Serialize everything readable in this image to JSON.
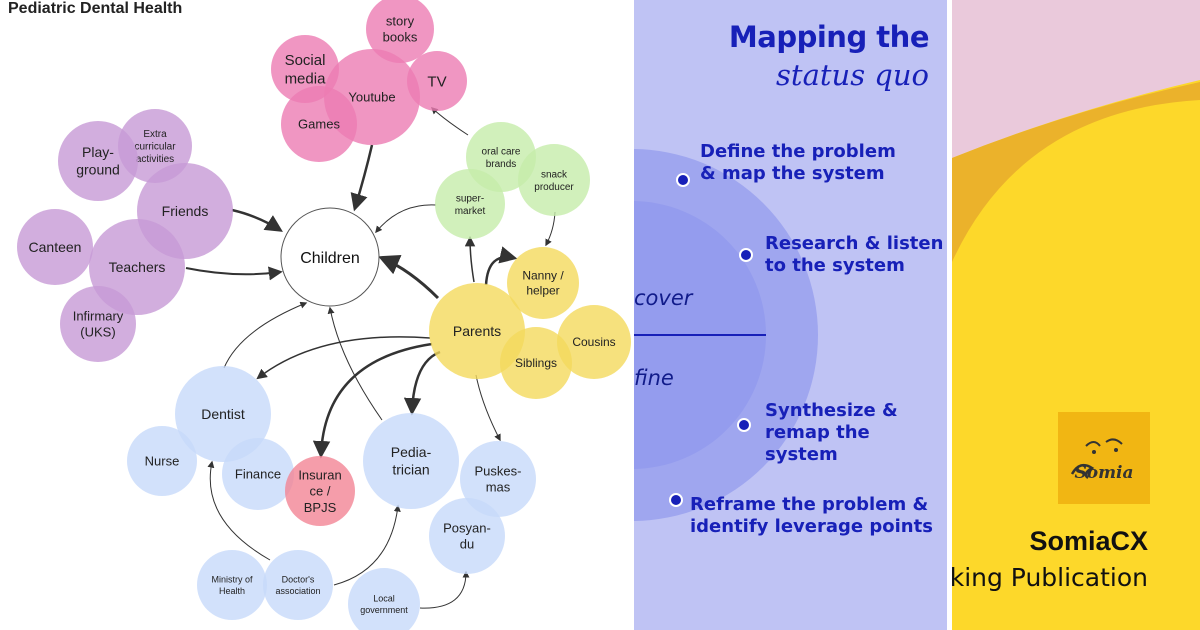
{
  "map": {
    "title": "Pediatric Dental Health",
    "center": "Children",
    "nodes": [
      {
        "key": "storybooks",
        "lines": [
          "story",
          "books"
        ],
        "color": "#ec7cb3"
      },
      {
        "key": "socialmedia",
        "lines": [
          "Social",
          "media"
        ],
        "color": "#ec7cb3"
      },
      {
        "key": "youtube",
        "lines": [
          "Youtube"
        ],
        "color": "#ec7cb3"
      },
      {
        "key": "tv",
        "lines": [
          "TV"
        ],
        "color": "#ec7cb3"
      },
      {
        "key": "games",
        "lines": [
          "Games"
        ],
        "color": "#ec7cb3"
      },
      {
        "key": "extracurricular",
        "lines": [
          "Extra",
          "curricular",
          "activities"
        ],
        "color": "#c79ad6"
      },
      {
        "key": "playground",
        "lines": [
          "Play-",
          "ground"
        ],
        "color": "#c79ad6"
      },
      {
        "key": "friends",
        "lines": [
          "Friends"
        ],
        "color": "#c79ad6"
      },
      {
        "key": "canteen",
        "lines": [
          "Canteen"
        ],
        "color": "#c79ad6"
      },
      {
        "key": "teachers",
        "lines": [
          "Teachers"
        ],
        "color": "#c79ad6"
      },
      {
        "key": "infirmary",
        "lines": [
          "Infirmary",
          "(UKS)"
        ],
        "color": "#c79ad6"
      },
      {
        "key": "oralcare",
        "lines": [
          "oral care",
          "brands"
        ],
        "color": "#c6ecaa"
      },
      {
        "key": "snack",
        "lines": [
          "snack",
          "producer"
        ],
        "color": "#c6ecaa"
      },
      {
        "key": "supermarket",
        "lines": [
          "super-",
          "market"
        ],
        "color": "#c6ecaa"
      },
      {
        "key": "nanny",
        "lines": [
          "Nanny /",
          "helper"
        ],
        "color": "#f4da5c"
      },
      {
        "key": "parents",
        "lines": [
          "Parents"
        ],
        "color": "#f4da5c"
      },
      {
        "key": "cousins",
        "lines": [
          "Cousins"
        ],
        "color": "#f4da5c"
      },
      {
        "key": "siblings",
        "lines": [
          "Siblings"
        ],
        "color": "#f4da5c"
      },
      {
        "key": "dentist",
        "lines": [
          "Dentist"
        ],
        "color": "#c7d9fa"
      },
      {
        "key": "nurse",
        "lines": [
          "Nurse"
        ],
        "color": "#c7d9fa"
      },
      {
        "key": "finance",
        "lines": [
          "Finance"
        ],
        "color": "#c7d9fa"
      },
      {
        "key": "insurance",
        "lines": [
          "Insuran",
          "ce /",
          "BPJS"
        ],
        "color": "#f28595"
      },
      {
        "key": "pediatrician",
        "lines": [
          "Pedia-",
          "trician"
        ],
        "color": "#c7d9fa"
      },
      {
        "key": "puskesmas",
        "lines": [
          "Puskes-",
          "mas"
        ],
        "color": "#c7d9fa"
      },
      {
        "key": "posyandu",
        "lines": [
          "Posyan-",
          "du"
        ],
        "color": "#c7d9fa"
      },
      {
        "key": "ministry",
        "lines": [
          "Ministry of",
          "Health"
        ],
        "color": "#c7d9fa"
      },
      {
        "key": "doctors",
        "lines": [
          "Doctor's",
          "association"
        ],
        "color": "#c7d9fa"
      },
      {
        "key": "localgov",
        "lines": [
          "Local",
          "government"
        ],
        "color": "#c7d9fa"
      }
    ]
  },
  "framework": {
    "heading_line1": "Mapping the",
    "heading_line2": "status quo",
    "phase_top": "cover",
    "phase_bottom": "fine",
    "steps": [
      {
        "line1": "Define the problem",
        "line2": "& map the system"
      },
      {
        "line1": "Research & listen",
        "line2": "to the system"
      },
      {
        "line1": "Synthesize &",
        "line2": "remap the system"
      },
      {
        "line1": "Reframe the problem &",
        "line2": "identify leverage points"
      }
    ],
    "accent_color": "#1720b8",
    "panel_color": "#bfc3f4"
  },
  "publisher": {
    "brand": "SomiaCX",
    "tagline": "king Publication",
    "logo_text": "Somia",
    "background_color": "#fdd82a"
  }
}
